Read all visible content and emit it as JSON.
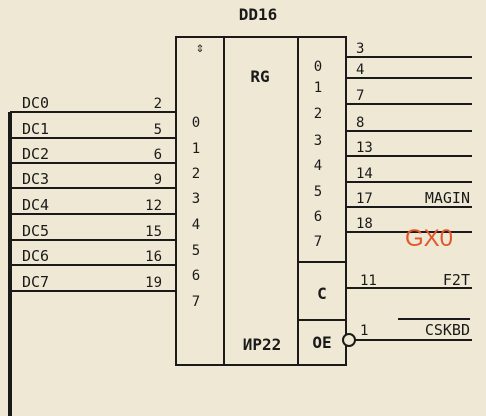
{
  "chip": {
    "ref": "DD16",
    "function": "RG",
    "part": "ИР22",
    "top_symbol": "⇕"
  },
  "inputs": [
    {
      "net": "DC0",
      "pin": "2",
      "bit": "0"
    },
    {
      "net": "DC1",
      "pin": "5",
      "bit": "1"
    },
    {
      "net": "DC2",
      "pin": "6",
      "bit": "2"
    },
    {
      "net": "DC3",
      "pin": "9",
      "bit": "3"
    },
    {
      "net": "DC4",
      "pin": "12",
      "bit": "4"
    },
    {
      "net": "DC5",
      "pin": "15",
      "bit": "5"
    },
    {
      "net": "DC6",
      "pin": "16",
      "bit": "6"
    },
    {
      "net": "DC7",
      "pin": "19",
      "bit": "7"
    }
  ],
  "outputs": [
    {
      "bit": "0",
      "pin": "3",
      "net": ""
    },
    {
      "bit": "1",
      "pin": "4",
      "net": ""
    },
    {
      "bit": "2",
      "pin": "7",
      "net": ""
    },
    {
      "bit": "3",
      "pin": "8",
      "net": ""
    },
    {
      "bit": "4",
      "pin": "13",
      "net": ""
    },
    {
      "bit": "5",
      "pin": "14",
      "net": ""
    },
    {
      "bit": "6",
      "pin": "17",
      "net": "MAGIN"
    },
    {
      "bit": "7",
      "pin": "18",
      "net": ""
    }
  ],
  "control": {
    "c_label": "C",
    "c_pin": "11",
    "c_net": "F2T",
    "oe_label": "OE",
    "oe_pin": "1",
    "oe_net": "CSKBD"
  },
  "annotation": "GX0",
  "colors": {
    "paper": "#efe8d4",
    "ink": "#1a1a1a",
    "annotation": "#e2562a"
  }
}
